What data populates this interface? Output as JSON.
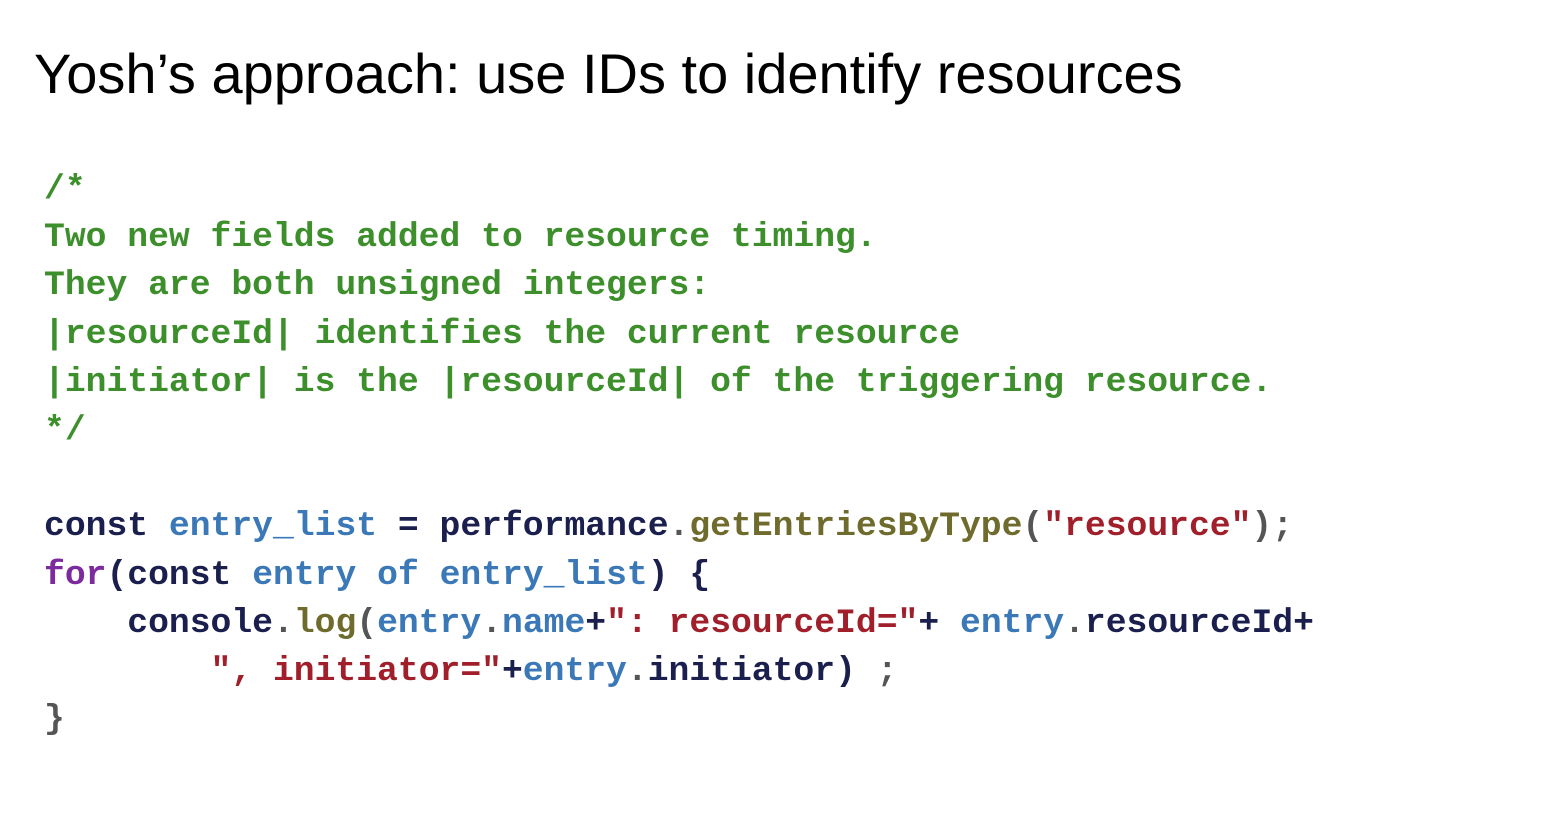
{
  "slide": {
    "title": "Yosh’s approach: use IDs to identify resources"
  },
  "colors": {
    "comment": "#3d8f2c",
    "keyword_purple": "#7b2b9e",
    "identifier_blue": "#3b78b7",
    "dark_navy": "#1a1f4d",
    "method_olive": "#6e6b2c",
    "string_red": "#a01f2a",
    "punctuation_gray": "#555555"
  },
  "code": {
    "lines": [
      [
        {
          "text": "/*",
          "kind": "comment"
        }
      ],
      [
        {
          "text": "Two new fields added to resource timing.",
          "kind": "comment"
        }
      ],
      [
        {
          "text": "They are both unsigned integers:",
          "kind": "comment"
        }
      ],
      [
        {
          "text": "|resourceId| identifies the current resource",
          "kind": "comment"
        }
      ],
      [
        {
          "text": "|initiator| is the |resourceId| of the triggering resource.",
          "kind": "comment"
        }
      ],
      [
        {
          "text": "*/",
          "kind": "comment"
        }
      ],
      [],
      [
        {
          "text": "const",
          "kind": "dark"
        },
        {
          "text": " ",
          "kind": "dark"
        },
        {
          "text": "entry_list",
          "kind": "ident"
        },
        {
          "text": " = ",
          "kind": "dark"
        },
        {
          "text": "performance",
          "kind": "dark"
        },
        {
          "text": ".",
          "kind": "punct"
        },
        {
          "text": "getEntriesByType",
          "kind": "method"
        },
        {
          "text": "(",
          "kind": "punct"
        },
        {
          "text": "\"resource\"",
          "kind": "string"
        },
        {
          "text": ");",
          "kind": "punct"
        }
      ],
      [
        {
          "text": "for",
          "kind": "keyword"
        },
        {
          "text": "(",
          "kind": "dark"
        },
        {
          "text": "const",
          "kind": "dark"
        },
        {
          "text": " ",
          "kind": "dark"
        },
        {
          "text": "entry",
          "kind": "ident"
        },
        {
          "text": " ",
          "kind": "dark"
        },
        {
          "text": "of",
          "kind": "ident"
        },
        {
          "text": " ",
          "kind": "dark"
        },
        {
          "text": "entry_list",
          "kind": "ident"
        },
        {
          "text": ") {",
          "kind": "dark"
        }
      ],
      [
        {
          "text": "    ",
          "kind": "dark"
        },
        {
          "text": "console",
          "kind": "dark"
        },
        {
          "text": ".",
          "kind": "punct"
        },
        {
          "text": "log",
          "kind": "method"
        },
        {
          "text": "(",
          "kind": "punct"
        },
        {
          "text": "entry",
          "kind": "ident"
        },
        {
          "text": ".",
          "kind": "punct"
        },
        {
          "text": "name",
          "kind": "ident"
        },
        {
          "text": "+",
          "kind": "dark"
        },
        {
          "text": "\": resourceId=\"",
          "kind": "string"
        },
        {
          "text": "+ ",
          "kind": "dark"
        },
        {
          "text": "entry",
          "kind": "ident"
        },
        {
          "text": ".",
          "kind": "punct"
        },
        {
          "text": "resourceId",
          "kind": "dark"
        },
        {
          "text": "+",
          "kind": "dark"
        }
      ],
      [
        {
          "text": "        ",
          "kind": "dark"
        },
        {
          "text": "\", initiator=\"",
          "kind": "string"
        },
        {
          "text": "+",
          "kind": "dark"
        },
        {
          "text": "entry",
          "kind": "ident"
        },
        {
          "text": ".",
          "kind": "punct"
        },
        {
          "text": "initiator",
          "kind": "dark"
        },
        {
          "text": ") ",
          "kind": "dark"
        },
        {
          "text": ";",
          "kind": "punct"
        }
      ],
      [
        {
          "text": "}",
          "kind": "punct"
        }
      ]
    ]
  }
}
